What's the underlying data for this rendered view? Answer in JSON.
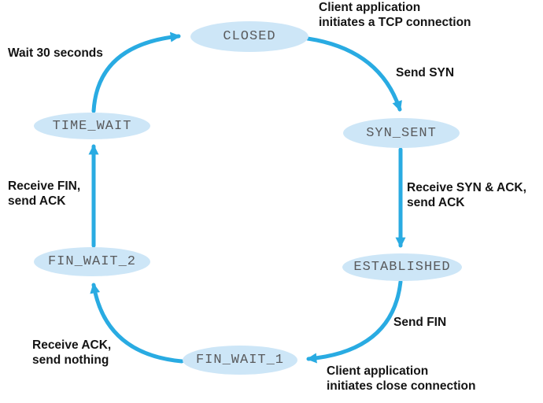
{
  "colors": {
    "arrow": "#29abe2",
    "state_fill": "#cde6f7",
    "state_text": "#595a5c",
    "label_text": "#141414",
    "background": "#ffffff"
  },
  "states": {
    "closed": {
      "label": "CLOSED"
    },
    "syn_sent": {
      "label": "SYN_SENT"
    },
    "established": {
      "label": "ESTABLISHED"
    },
    "fin_wait_1": {
      "label": "FIN_WAIT_1"
    },
    "fin_wait_2": {
      "label": "FIN_WAIT_2"
    },
    "time_wait": {
      "label": "TIME_WAIT"
    }
  },
  "transitions": [
    {
      "from": "CLOSED",
      "to": "SYN_SENT",
      "labels": [
        "Client application\ninitiates a TCP connection",
        "Send SYN"
      ]
    },
    {
      "from": "SYN_SENT",
      "to": "ESTABLISHED",
      "labels": [
        "Receive SYN & ACK,\nsend ACK"
      ]
    },
    {
      "from": "ESTABLISHED",
      "to": "FIN_WAIT_1",
      "labels": [
        "Send FIN",
        "Client application\ninitiates close connection"
      ]
    },
    {
      "from": "FIN_WAIT_1",
      "to": "FIN_WAIT_2",
      "labels": [
        "Receive ACK,\nsend nothing"
      ]
    },
    {
      "from": "FIN_WAIT_2",
      "to": "TIME_WAIT",
      "labels": [
        "Receive FIN,\nsend ACK"
      ]
    },
    {
      "from": "TIME_WAIT",
      "to": "CLOSED",
      "labels": [
        "Wait 30 seconds"
      ]
    }
  ]
}
